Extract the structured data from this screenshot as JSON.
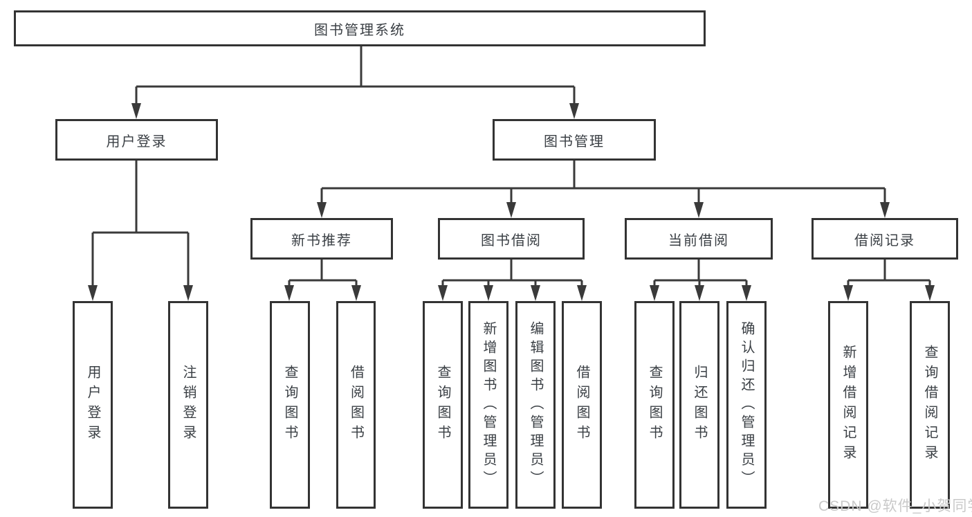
{
  "nodes": {
    "root": "图书管理系统",
    "branches": [
      "用户登录",
      "图书管理"
    ],
    "modules": [
      "新书推荐",
      "图书借阅",
      "当前借阅",
      "借阅记录"
    ],
    "login_leaves": [
      "用户登录",
      "注销登录"
    ],
    "newbook_leaves": [
      "查询图书",
      "借阅图书"
    ],
    "borrow_leaves": [
      "查询图书",
      "新增图书（管理员）",
      "编辑图书（管理员）",
      "借阅图书"
    ],
    "current_leaves": [
      "查询图书",
      "归还图书",
      "确认归还（管理员）"
    ],
    "record_leaves": [
      "新增借阅记录",
      "查询借阅记录"
    ]
  },
  "watermark": {
    "text": "CSDN @软件_小贺同学",
    "color": "#c9c9c9"
  },
  "colors": {
    "line": "#3a3a3a",
    "box_border": "#333333",
    "text": "#3a3f44",
    "background": "#ffffff"
  }
}
